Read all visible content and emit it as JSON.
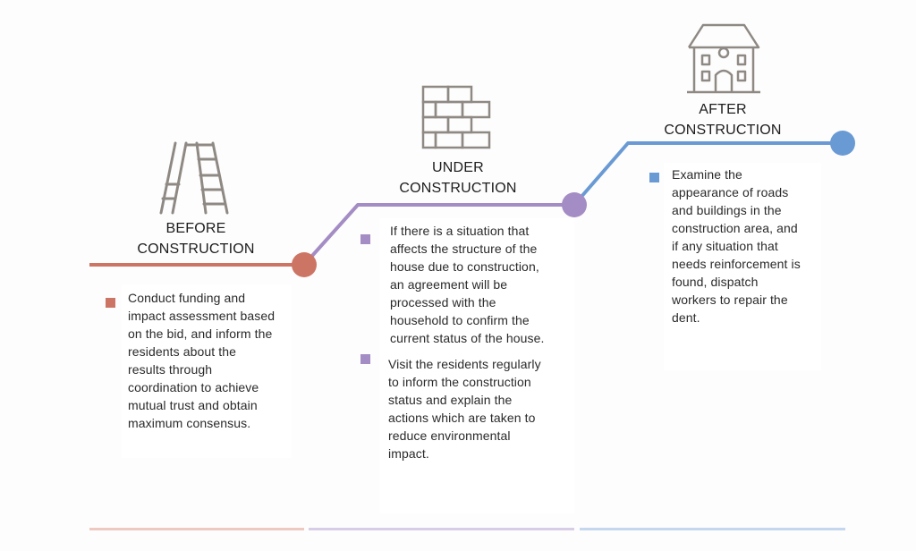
{
  "colors": {
    "before": "#cd7565",
    "under": "#a48cc4",
    "after": "#6a9ad4",
    "icon": "#8f8984"
  },
  "icons": {
    "before": "ladder-icon",
    "under": "brick-wall-icon",
    "after": "house-icon"
  },
  "stages": {
    "before": {
      "title_line1": "BEFORE",
      "title_line2": "CONSTRUCTION",
      "items": [
        {
          "lines": [
            "Conduct funding and",
            "impact assessment based",
            "on the bid, and inform the",
            "residents about the",
            "results through",
            "coordination to achieve",
            "mutual trust and obtain",
            "maximum consensus."
          ]
        }
      ]
    },
    "under": {
      "title_line1": "UNDER",
      "title_line2": "CONSTRUCTION",
      "items": [
        {
          "lines": [
            "If there is a situation that",
            "affects the structure of the",
            "house due to construction,",
            "an agreement will be",
            "processed with the",
            "household to confirm the",
            "current status of the house."
          ]
        },
        {
          "lines": [
            "Visit the residents regularly",
            "to inform the construction",
            "status and explain the",
            "actions which are taken to",
            "reduce environmental",
            "impact."
          ]
        }
      ]
    },
    "after": {
      "title_line1": "AFTER",
      "title_line2": "CONSTRUCTION",
      "items": [
        {
          "lines": [
            "Examine the",
            "appearance of roads",
            "and buildings in the",
            "construction area, and",
            "if any situation that",
            "needs reinforcement is",
            "found, dispatch",
            "workers to repair the",
            "dent."
          ]
        }
      ]
    }
  }
}
